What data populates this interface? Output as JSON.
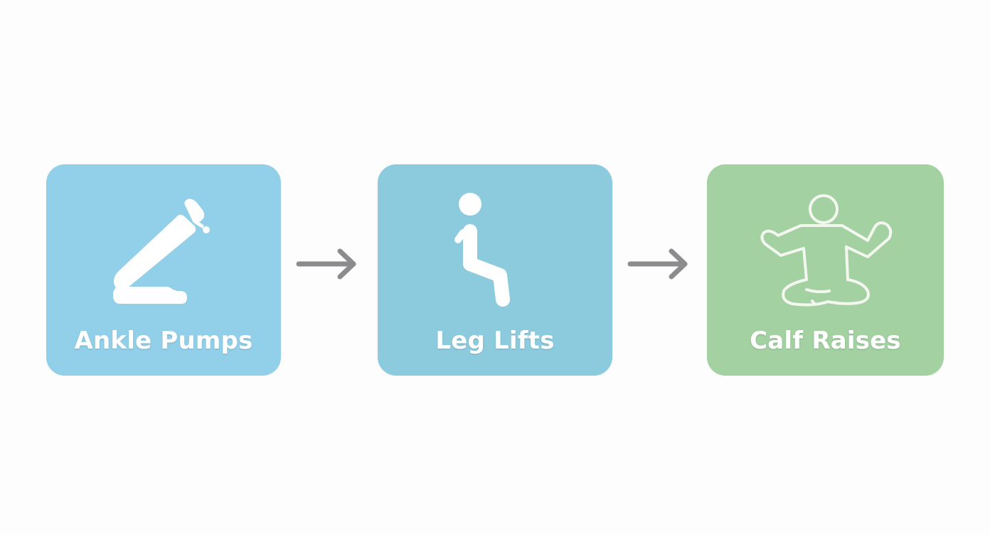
{
  "diagram": {
    "type": "flow",
    "direction": "left-to-right",
    "steps": [
      {
        "label": "Ankle Pumps",
        "icon": "ankle-pump-icon",
        "color": "#92cfe8"
      },
      {
        "label": "Leg Lifts",
        "icon": "seated-person-icon",
        "color": "#8ccbdd"
      },
      {
        "label": "Calf Raises",
        "icon": "meditating-person-icon",
        "color": "#a3d1a2"
      }
    ],
    "connectors": [
      {
        "from": "Ankle Pumps",
        "to": "Leg Lifts",
        "icon": "arrow-right-icon",
        "color": "#8c8c8e"
      },
      {
        "from": "Leg Lifts",
        "to": "Calf Raises",
        "icon": "arrow-right-icon",
        "color": "#8c8c8e"
      }
    ],
    "background": "#fdfdfd",
    "label_color": "#ffffff"
  }
}
